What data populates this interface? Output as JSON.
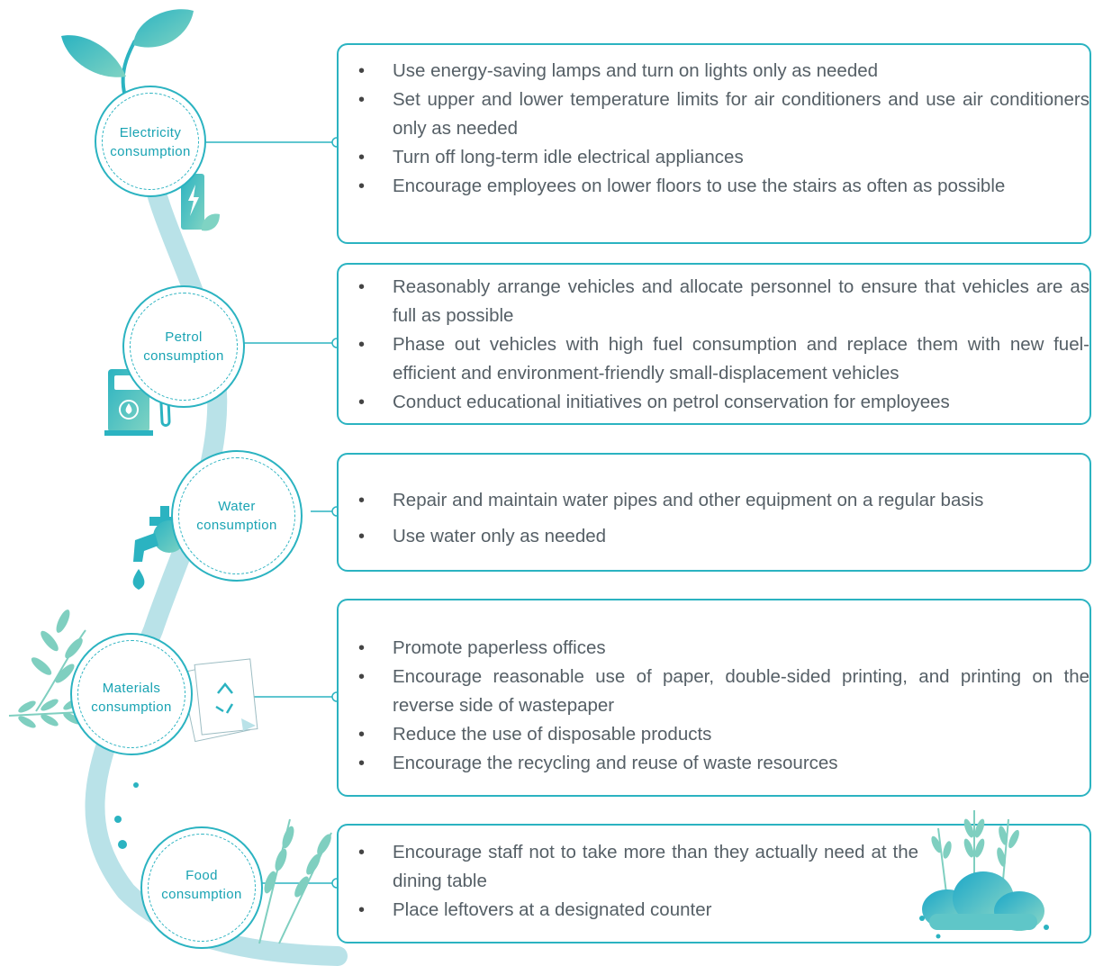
{
  "colors": {
    "accent": "#2bb3c1",
    "accent_dark": "#19a3b3",
    "accent_light": "#b7e2e8",
    "text": "#555f66"
  },
  "sections": [
    {
      "label_line1": "Electricity",
      "label_line2": "consumption",
      "icon": "battery-icon",
      "items": [
        "Use energy-saving lamps and turn on lights only as needed",
        "Set upper and lower temperature limits for air conditioners and use air conditioners only as needed",
        "Turn off long-term idle electrical appliances",
        "Encourage employees on lower floors to use the stairs as often as possible"
      ]
    },
    {
      "label_line1": "Petrol",
      "label_line2": "consumption",
      "icon": "fuel-pump-icon",
      "items": [
        "Reasonably arrange vehicles and allocate personnel to ensure that vehicles are as full as possible",
        "Phase out vehicles with high fuel consumption and replace them with new fuel-efficient and environment-friendly small-displacement vehicles",
        "Conduct educational initiatives on petrol conservation for employees"
      ]
    },
    {
      "label_line1": "Water",
      "label_line2": "consumption",
      "icon": "water-tap-icon",
      "items": [
        "Repair and maintain water pipes and other equipment on a regular basis",
        "Use water only as needed"
      ]
    },
    {
      "label_line1": "Materials",
      "label_line2": "consumption",
      "icon": "recycle-paper-icon",
      "items": [
        "Promote paperless offices",
        "Encourage reasonable use of paper, double-sided printing, and printing on the reverse side of wastepaper",
        "Reduce the use of disposable products",
        "Encourage the recycling and reuse of waste resources"
      ]
    },
    {
      "label_line1": "Food",
      "label_line2": "consumption",
      "icon": "wheat-icon",
      "items": [
        "Encourage staff not to take more than they actually need at the dining table",
        "Place leftovers at a designated counter"
      ]
    }
  ]
}
